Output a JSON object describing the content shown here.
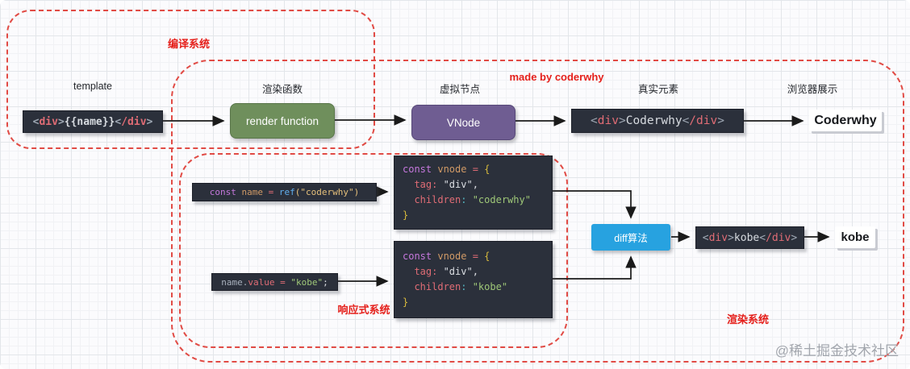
{
  "regions": {
    "compile_system": "编译系统",
    "render_system": "渲染系统",
    "reactive_system": "响应式系统",
    "made_by": "made by coderwhy"
  },
  "labels": {
    "template": "template",
    "render_function": "渲染函数",
    "virtual_node": "虚拟节点",
    "real_element": "真实元素",
    "browser_display": "浏览器展示"
  },
  "nodes": {
    "render_function": "render function",
    "vnode": "VNode",
    "diff": "diff算法",
    "browser_result_top": "Coderwhy",
    "browser_result_bottom": "kobe"
  },
  "code": {
    "template_html": [
      "<",
      "div",
      ">",
      "{{name}}",
      "<",
      "/div",
      ">"
    ],
    "real_element_html": [
      "<",
      "div",
      ">",
      "Coderwhy",
      "<",
      "/div",
      ">"
    ],
    "kobe_element_html": [
      "<",
      "div",
      ">",
      "kobe",
      "<",
      "/div",
      ">"
    ],
    "ref_line": [
      "const",
      " name",
      " = ",
      "ref",
      "(",
      "\"coderwhy\"",
      ")"
    ],
    "assign_line": [
      "name",
      ".",
      "value",
      " = ",
      "\"kobe\"",
      ";"
    ],
    "vnode1": {
      "l1": [
        "const",
        " vnode",
        " = ",
        "{"
      ],
      "l2": [
        "  tag",
        ":",
        " \"div\"",
        ","
      ],
      "l3": [
        "  children",
        ":",
        " \"coderwhy\""
      ],
      "l4": [
        "}"
      ]
    },
    "vnode2": {
      "l1": [
        "const",
        " vnode",
        " = ",
        "{"
      ],
      "l2": [
        "  tag",
        ":",
        " \"div\"",
        ","
      ],
      "l3": [
        "  children",
        ":",
        " \"kobe\""
      ],
      "l4": [
        "}"
      ]
    }
  },
  "watermark": "@稀土掘金技术社区",
  "colors": {
    "dashed_border": "#e14b45",
    "region_label_red": "#e51f1a",
    "code_background": "#2b303b",
    "green_node": "#6f8f5c",
    "purple_node": "#6f5d92",
    "blue_node": "#27a2e0",
    "syntax_keyword": "#c678dd",
    "syntax_variable": "#d19a66",
    "syntax_operator": "#e06c75",
    "syntax_function": "#61afef",
    "syntax_string_green": "#9fc878",
    "syntax_string_gold": "#e5c07b",
    "syntax_brace": "#d9bb3c",
    "syntax_colon_cyan": "#56b6c2"
  }
}
